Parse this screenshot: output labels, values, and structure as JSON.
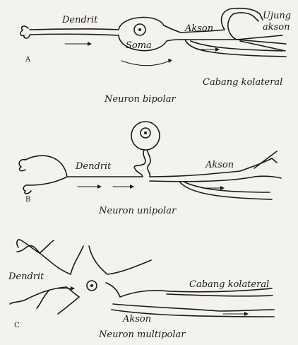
{
  "panels": [
    {
      "letter": "A",
      "caption": "Neuron bipolar",
      "labels": {
        "dendrite": "Dendrit",
        "soma": "Soma",
        "axon": "Akson",
        "axon_terminal": "Ujung\nakson",
        "collateral": "Cabang kolateral"
      }
    },
    {
      "letter": "B",
      "caption": "Neuron unipolar",
      "labels": {
        "dendrite": "Dendrit",
        "axon": "Akson"
      }
    },
    {
      "letter": "C",
      "caption": "Neuron multipolar",
      "labels": {
        "dendrite": "Dendrit",
        "axon": "Akson",
        "collateral": "Cabang kolateral"
      }
    }
  ],
  "colors": {
    "ink": "#1a1a1a",
    "paper": "#f4f2ec"
  }
}
